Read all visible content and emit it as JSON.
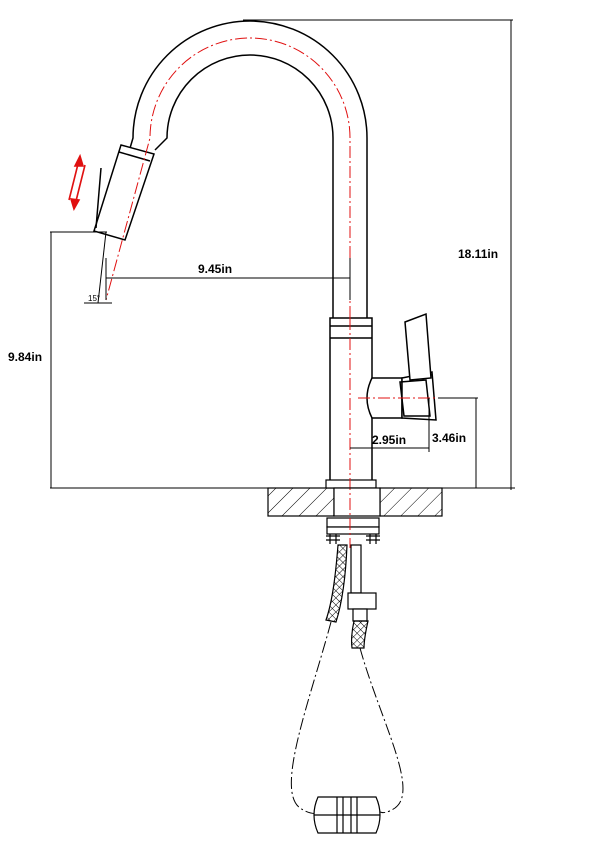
{
  "diagram": {
    "title": "",
    "dimensions": {
      "overall_height": "18.11in",
      "reach": "9.45in",
      "spout_height": "9.84in",
      "handle_offset": "2.95in",
      "handle_height": "3.46in"
    },
    "spray_angle": "15°"
  },
  "colors": {
    "outline": "#000000",
    "centerline": "#e01010",
    "arrow": "#e01010",
    "hatch": "#000000"
  }
}
